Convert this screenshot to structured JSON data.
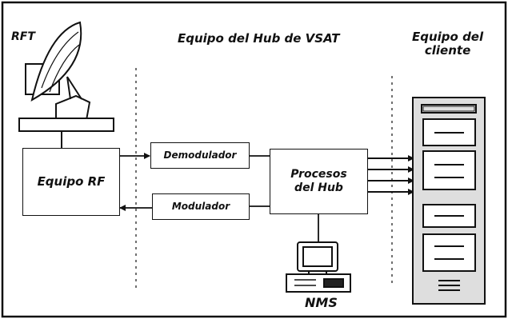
{
  "labels": {
    "rft": "RFT",
    "hub_section": "Equipo del Hub de VSAT",
    "client_section": "Equipo del\ncliente",
    "nms": "NMS"
  },
  "blocks": {
    "rf_equipment": "Equipo RF",
    "demodulator": "Demodulador",
    "modulator": "Modulador",
    "hub_processes": "Procesos\ndel Hub"
  },
  "icons": {
    "antenna": "satellite-dish-icon",
    "nms": "computer-workstation-icon",
    "client": "server-rack-icon"
  },
  "colors": {
    "line": "#111111",
    "background": "#ffffff",
    "rack_fill": "#dedede"
  }
}
